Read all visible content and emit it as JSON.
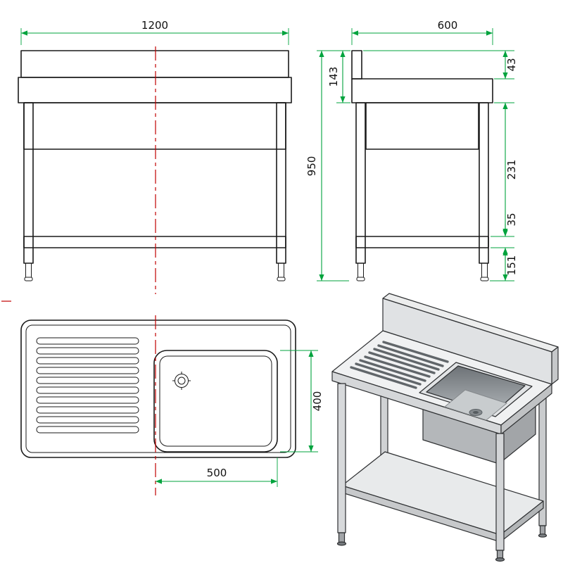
{
  "colors": {
    "dimension_line": "#00A33D",
    "center_line": "#C00000",
    "outline": "#1A1A1A"
  },
  "dims": {
    "overall_width": "1200",
    "overall_depth": "600",
    "overall_height": "950",
    "backsplash_height": "43",
    "top_assembly_height": "143",
    "under_top_height": "231",
    "shelf_frame_height": "35",
    "leg_foot_height": "151",
    "bowl_length": "500",
    "bowl_width": "400"
  }
}
